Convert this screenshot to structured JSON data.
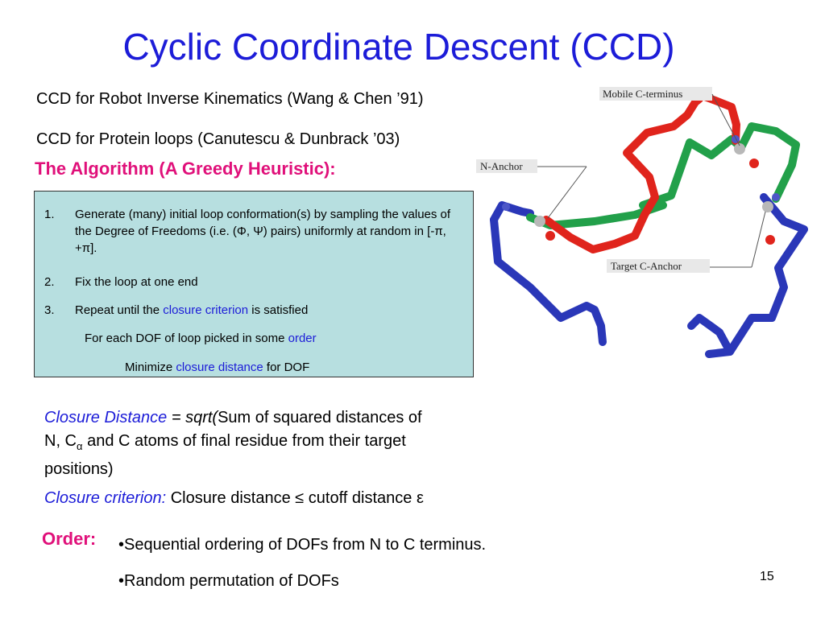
{
  "slide": {
    "title": "Cyclic Coordinate Descent (CCD)",
    "line1": "CCD for Robot Inverse Kinematics (Wang & Chen ’91)",
    "line2": "CCD for Protein loops (Canutescu & Dunbrack ’03)",
    "algorithm_heading": "The Algorithm (A Greedy Heuristic):",
    "steps": {
      "s1": {
        "num": "1.",
        "text": "Generate (many) initial loop conformation(s) by sampling the values of the Degree of Freedoms (i.e. (Φ, Ψ) pairs) uniformly at random in [-π, +π]."
      },
      "s2": {
        "num": "2.",
        "text": "Fix the loop at one end"
      },
      "s3": {
        "num": "3.",
        "pre": "Repeat until the ",
        "link": "closure criterion",
        "post": " is satisfied"
      }
    },
    "sub1": {
      "pre": "For each DOF of loop picked in some ",
      "link": "order"
    },
    "sub2": {
      "pre": "Minimize ",
      "link": "closure distance",
      "post": " for DOF"
    },
    "closure_distance": {
      "label": "Closure Distance",
      "eq": " = sqrt(",
      "text1": "Sum of squared distances of N, C",
      "subscript": "α",
      "text2": " and C atoms of final residue from their target positions)"
    },
    "closure_criterion": {
      "label": "Closure criterion:",
      "text": " Closure distance ≤ cutoff distance ε"
    },
    "order": {
      "label": "Order:",
      "item1": "•Sequential ordering of DOFs from N to C terminus.",
      "item2": "•Random permutation of DOFs"
    },
    "page_number": "15"
  },
  "figure": {
    "label_mobile": "Mobile C-terminus",
    "label_nanchor": "N-Anchor",
    "label_target": "Target C-Anchor",
    "colors": {
      "blue": "#2a37b8",
      "green": "#22a04a",
      "red": "#e0241c",
      "grey": "#b8b8b8"
    }
  }
}
